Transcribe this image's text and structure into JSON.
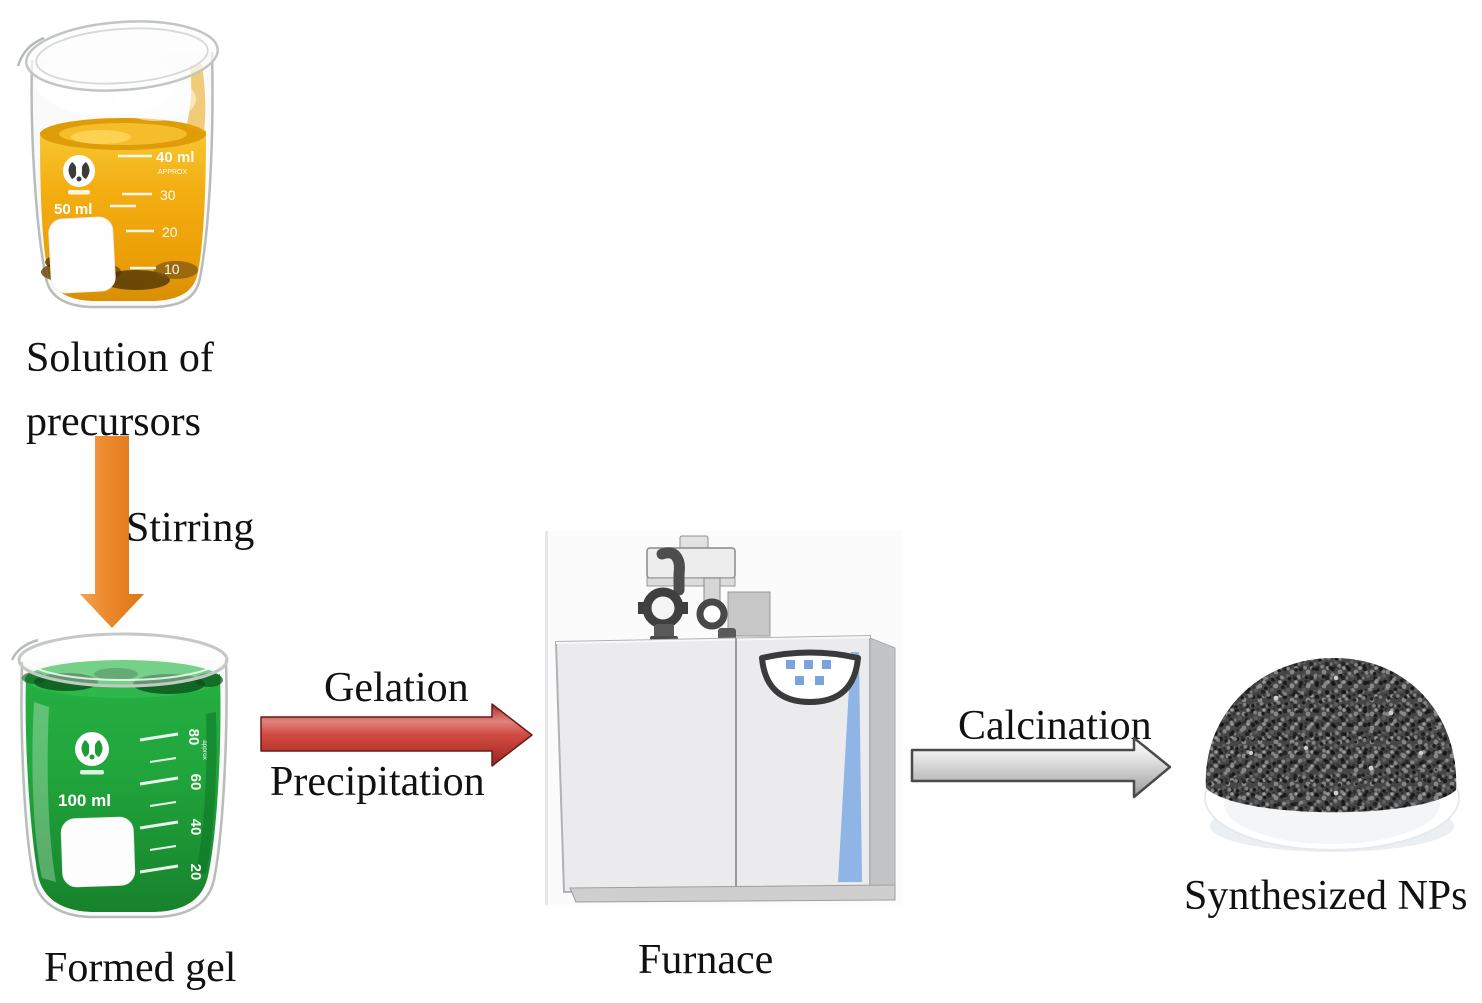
{
  "steps": {
    "solution_line1": "Solution of",
    "solution_line2": "precursors",
    "stirring": "Stirring",
    "formed_gel": "Formed gel",
    "gelation": "Gelation",
    "precipitation": "Precipitation",
    "furnace": "Furnace",
    "calcination": "Calcination",
    "synthesized_nps": "Synthesized NPs"
  },
  "precursor_beaker": {
    "grad_40": "40 ml",
    "grad_40_note": "APPROX",
    "grad_30": "30",
    "grad_20": "20",
    "grad_10": "10",
    "capacity": "50 ml"
  },
  "gel_beaker": {
    "capacity": "100 ml",
    "grad_80": "80",
    "grad_80_note": "approx",
    "grad_60": "60",
    "grad_40": "40",
    "grad_20": "20"
  },
  "colors": {
    "arrow_orange": "#ec8a2e",
    "arrow_red": "#d14a42",
    "arrow_gray": "#c9c9c9",
    "solution_yellow": "#f2a90c",
    "gel_green": "#21a63c",
    "furnace_stripe_blue": "#8fb4e6",
    "nps_dark": "#3f3f3f",
    "label_black": "#111111"
  }
}
